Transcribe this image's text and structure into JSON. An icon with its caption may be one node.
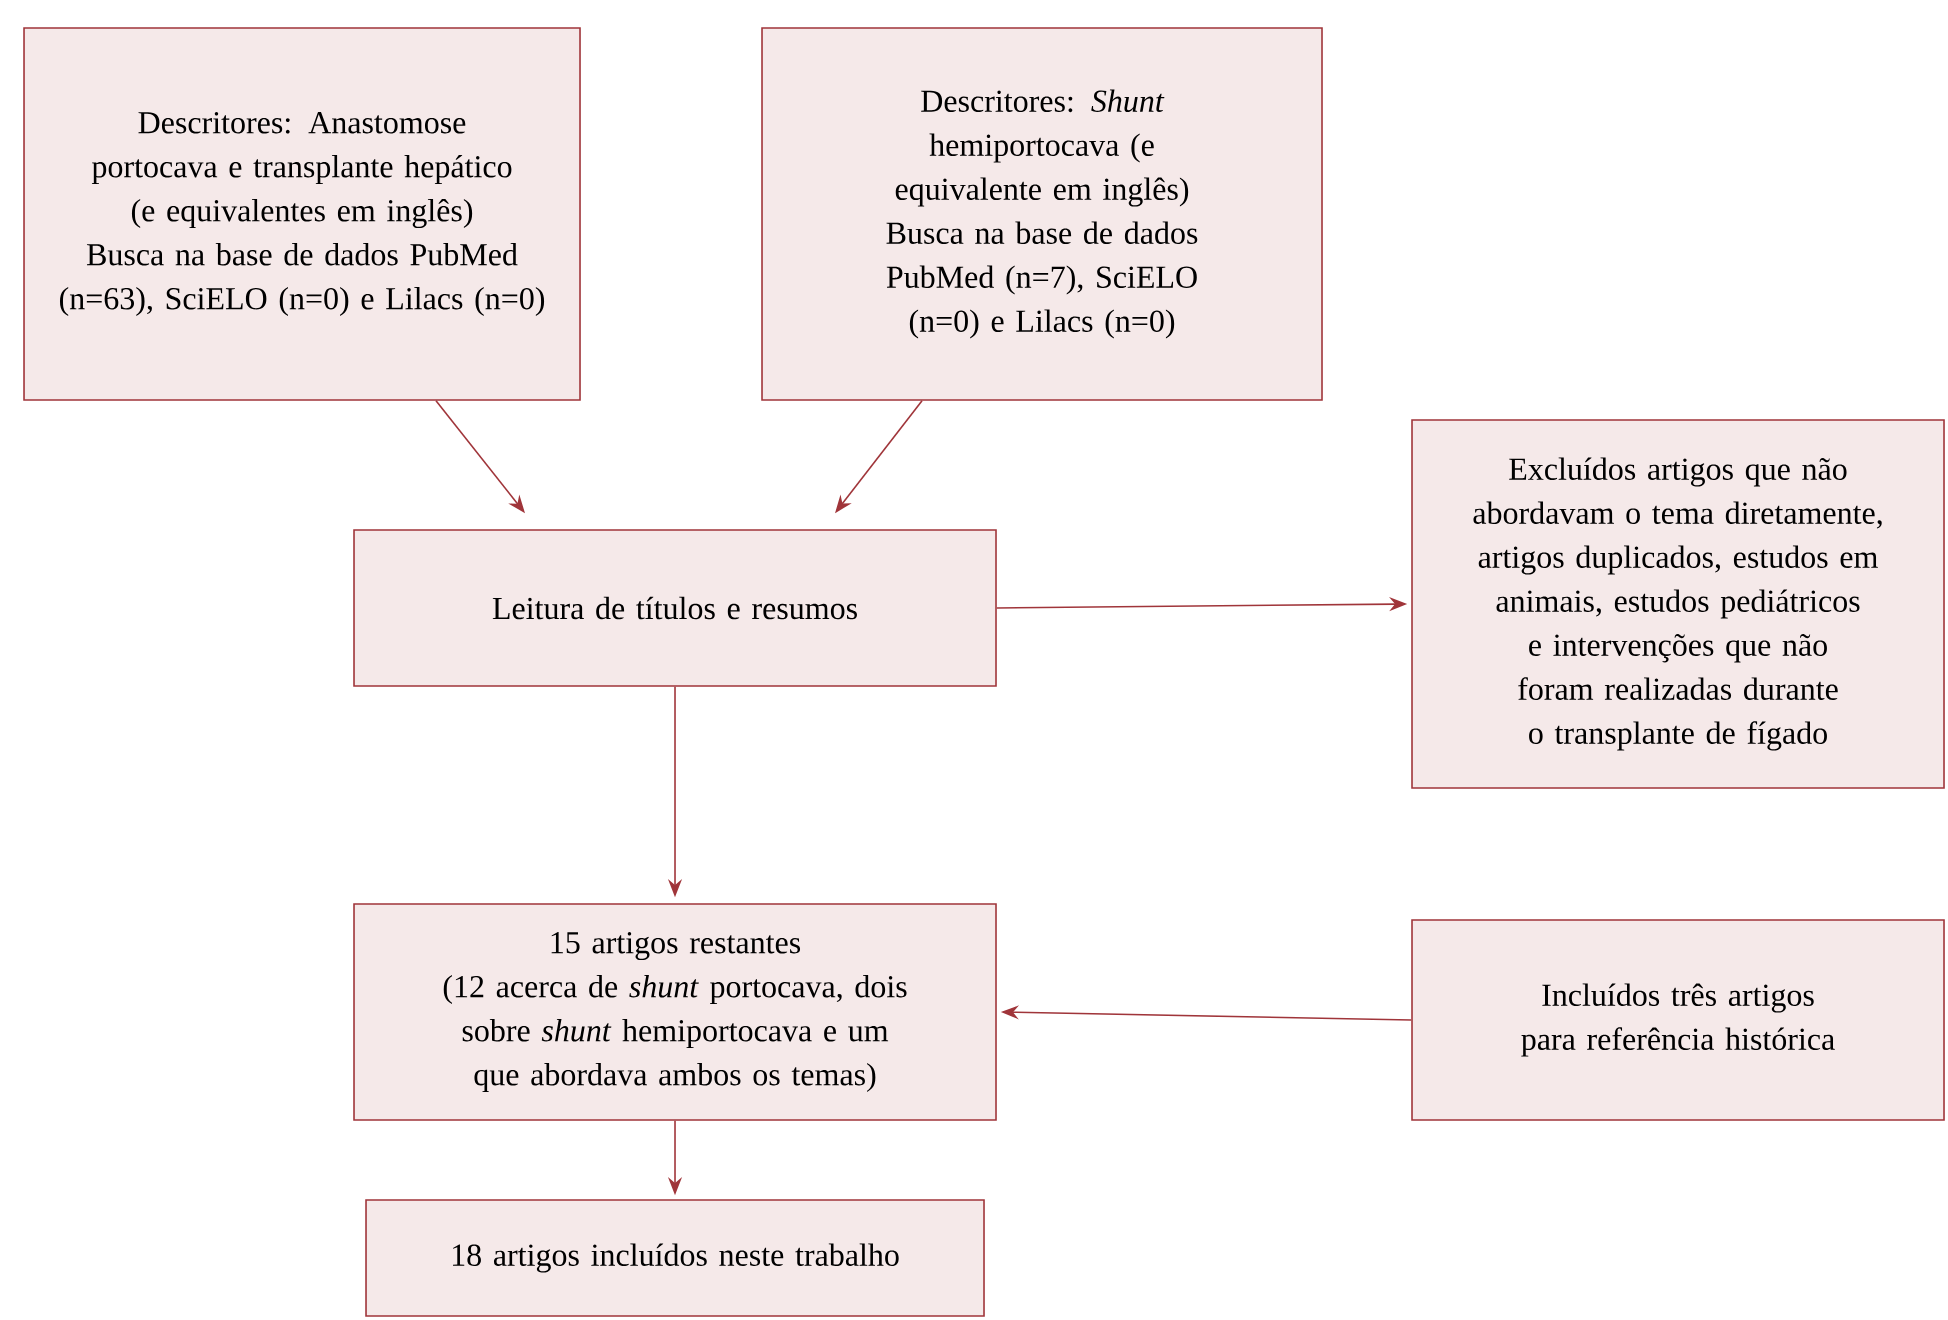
{
  "diagram": {
    "nodes": [
      {
        "text": [
          "Descritores: Anastomose portocava e transplante hepático (e equivalentes em inglês)",
          "Busca na base de dados PubMed (n=63), SciELO (n=0) e Lilacs (n=0)"
        ]
      },
      {
        "text": [
          "Descritores: *Shunt* hemiportocava (e equivalente em inglês)",
          "Busca na base de dados PubMed (n=7), SciELO (n=0) e Lilacs (n=0)"
        ]
      },
      {
        "text": [
          "Leitura de títulos e resumos"
        ]
      },
      {
        "text": [
          "Excluídos artigos que não abordavam o tema diretamente, artigos duplicados, estudos em animais, estudos pediátricos e intervenções que não foram realizadas durante o transplante de fígado"
        ]
      },
      {
        "text": [
          "15 artigos restantes",
          "(12 acerca de *shunt* portocava, dois sobre *shunt* hemiportocava e um que abordava ambos os temas)"
        ]
      },
      {
        "text": [
          "Incluídos três artigos para referência histórica"
        ]
      },
      {
        "text": [
          "18 artigos incluídos neste trabalho"
        ]
      }
    ],
    "edges": [
      {
        "from": 0,
        "to": 2,
        "arrow": "to"
      },
      {
        "from": 1,
        "to": 2,
        "arrow": "to"
      },
      {
        "from": 2,
        "to": 3,
        "arrow": "to"
      },
      {
        "from": 2,
        "to": 4,
        "arrow": "to"
      },
      {
        "from": 5,
        "to": 4,
        "arrow": "to"
      },
      {
        "from": 4,
        "to": 6,
        "arrow": "to"
      }
    ]
  }
}
